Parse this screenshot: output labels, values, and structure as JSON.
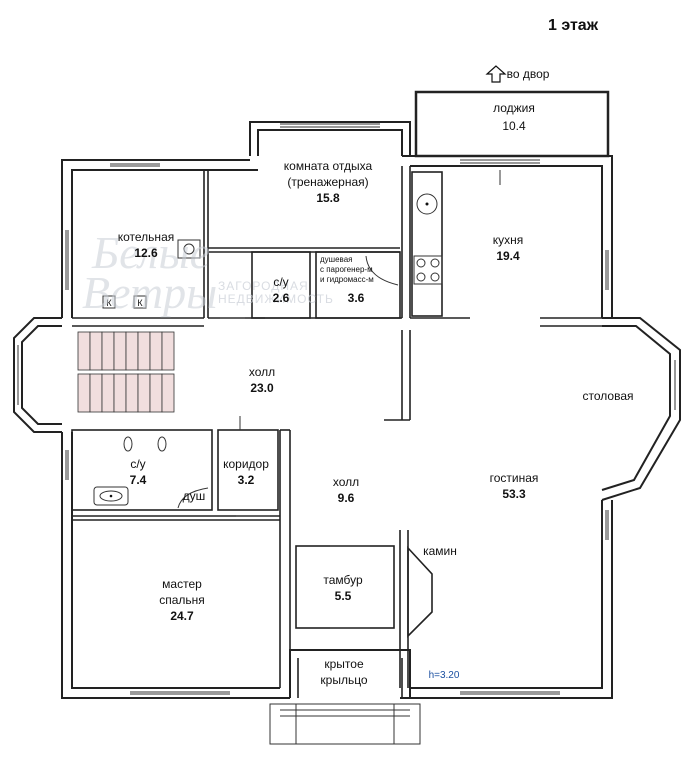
{
  "title": "1 этаж",
  "yard_label": "во двор",
  "height_label": "h=3.20",
  "rooms": {
    "lodzhia": {
      "name": "лоджия",
      "area": "10.4"
    },
    "rest": {
      "name1": "комната отдыха",
      "name2": "(тренажерная)",
      "area": "15.8"
    },
    "boiler": {
      "name": "котельная",
      "area": "12.6"
    },
    "kitchen": {
      "name": "кухня",
      "area": "19.4"
    },
    "wc_small": {
      "name": "с/у",
      "area": "2.6"
    },
    "shower": {
      "name1": "душевая",
      "name2": "с парогенер-м",
      "name3": "и гидромасс-м",
      "area": "3.6"
    },
    "hall_top": {
      "name": "холл",
      "area": "23.0"
    },
    "dining": {
      "name": "столовая"
    },
    "wc_big": {
      "name": "с/у",
      "area": "7.4"
    },
    "corridor": {
      "name": "коридор",
      "area": "3.2"
    },
    "shower_label": "душ",
    "hall_mid": {
      "name": "холл",
      "area": "9.6"
    },
    "living": {
      "name": "гостиная",
      "area": "53.3"
    },
    "fireplace": {
      "name": "камин"
    },
    "vestibule": {
      "name": "тамбур",
      "area": "5.5"
    },
    "master": {
      "name1": "мастер",
      "name2": "спальня",
      "area": "24.7"
    },
    "porch": {
      "name1": "крытое",
      "name2": "крыльцо"
    }
  },
  "boiler_marks": [
    "К",
    "К"
  ],
  "watermark": {
    "line1": "Белые",
    "line2": "Ветры",
    "sub1": "ЗАГОРОДНАЯ",
    "sub2": "НЕДВИЖИМОСТЬ"
  },
  "colors": {
    "wall": "#222222",
    "stair_fill": "#f1dede",
    "height_label": "#1a4fa0",
    "watermark": "#c9ced6"
  }
}
